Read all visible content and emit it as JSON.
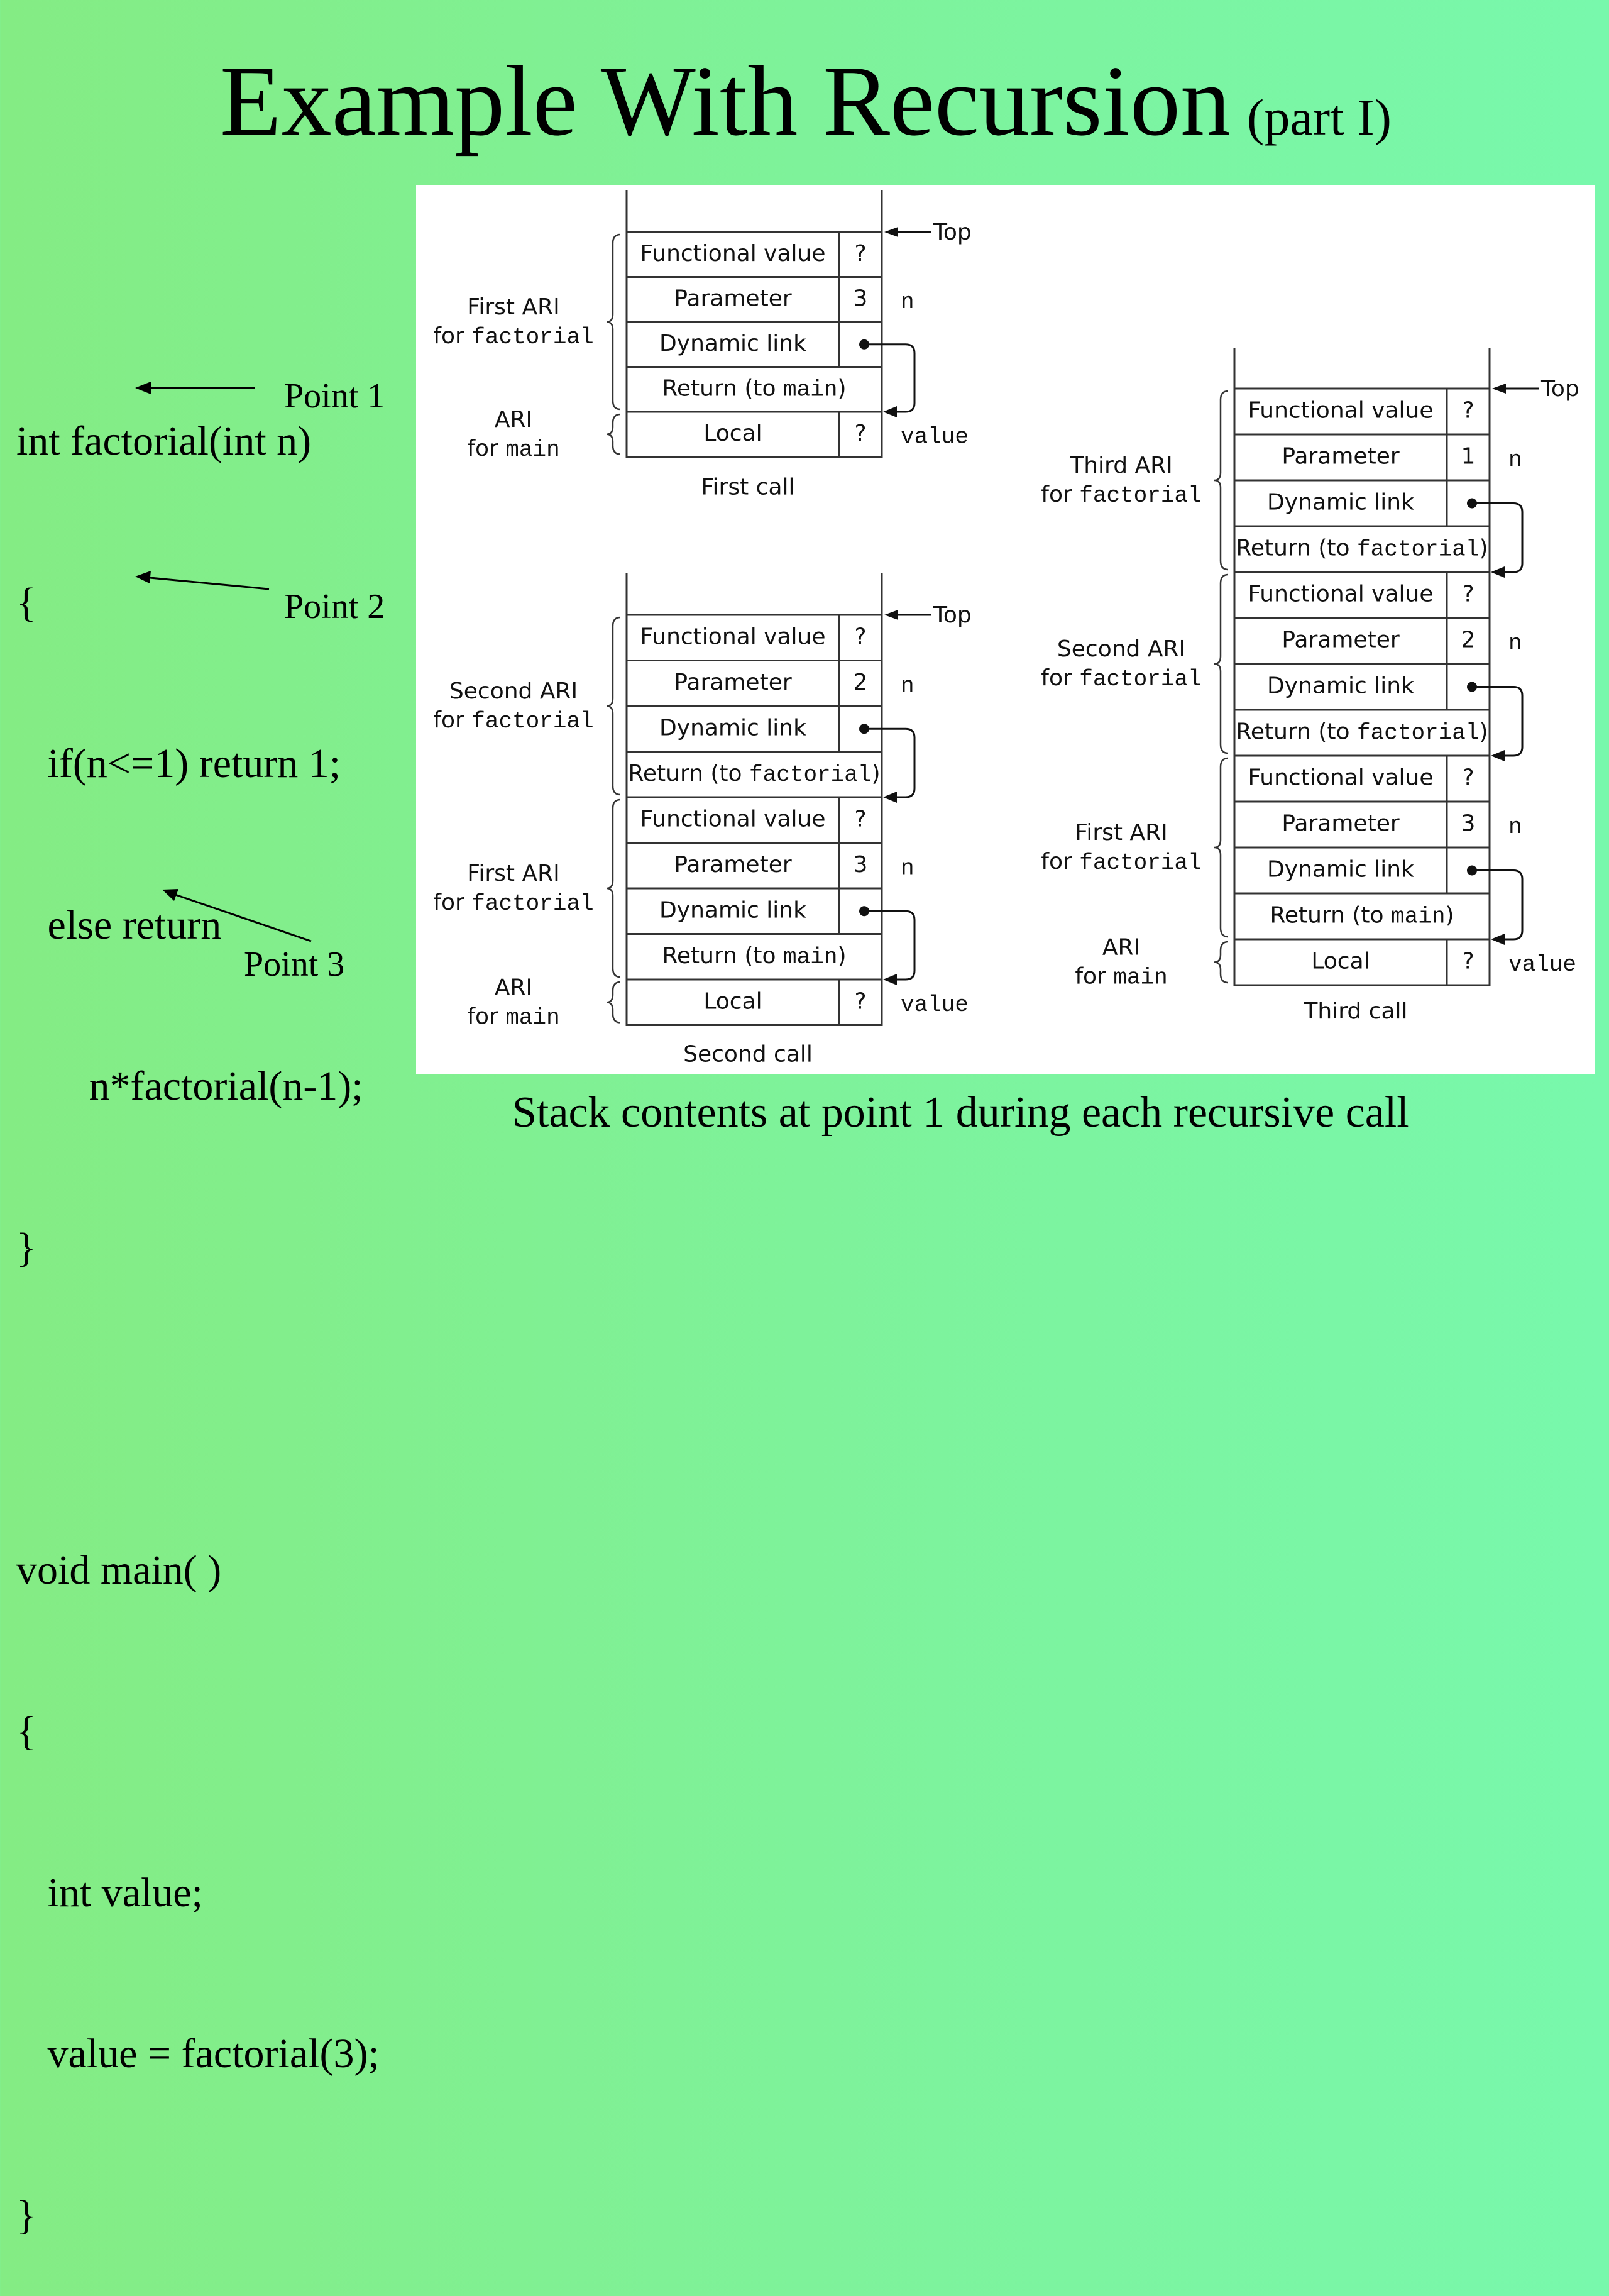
{
  "slide": {
    "title": "Example With Recursion",
    "title_suffix": "(part I)",
    "caption": "Stack contents at point 1 during each recursive call",
    "background_colors": [
      "#84ec84",
      "#78f8ac"
    ]
  },
  "code": {
    "lines": [
      "int factorial(int n)",
      "{",
      "   if(n<=1) return 1;",
      "   else return",
      "       n*factorial(n-1);",
      "}",
      "",
      "void main( )",
      "{",
      "   int value;",
      "   value = factorial(3);",
      "}"
    ],
    "points": [
      {
        "label": "Point 1"
      },
      {
        "label": "Point 2"
      },
      {
        "label": "Point 3"
      }
    ]
  },
  "diagrams": [
    {
      "caption": "First call",
      "top_label": "Top",
      "frames": [
        {
          "label_line1": "First ARI",
          "label_line2_prefix": "for ",
          "label_line2_code": "factorial",
          "rows": [
            {
              "kind": "split",
              "label": "Functional value",
              "value": "?",
              "side": ""
            },
            {
              "kind": "split",
              "label": "Parameter",
              "value": "3",
              "side": "n"
            },
            {
              "kind": "link",
              "label": "Dynamic link",
              "value": "",
              "side": ""
            },
            {
              "kind": "full",
              "label": "Return (to ",
              "label_code": "main",
              "label_end": ")"
            }
          ]
        },
        {
          "label_line1": "ARI",
          "label_line2_prefix": "for ",
          "label_line2_code": "main",
          "rows": [
            {
              "kind": "split",
              "label": "Local",
              "value": "?",
              "side": "value"
            }
          ]
        }
      ]
    },
    {
      "caption": "Second call",
      "top_label": "Top",
      "frames": [
        {
          "label_line1": "Second ARI",
          "label_line2_prefix": "for ",
          "label_line2_code": "factorial",
          "rows": [
            {
              "kind": "split",
              "label": "Functional value",
              "value": "?",
              "side": ""
            },
            {
              "kind": "split",
              "label": "Parameter",
              "value": "2",
              "side": "n"
            },
            {
              "kind": "link",
              "label": "Dynamic link",
              "value": "",
              "side": ""
            },
            {
              "kind": "full",
              "label": "Return (to ",
              "label_code": "factorial",
              "label_end": ")"
            }
          ]
        },
        {
          "label_line1": "First ARI",
          "label_line2_prefix": "for ",
          "label_line2_code": "factorial",
          "rows": [
            {
              "kind": "split",
              "label": "Functional value",
              "value": "?",
              "side": ""
            },
            {
              "kind": "split",
              "label": "Parameter",
              "value": "3",
              "side": "n"
            },
            {
              "kind": "link",
              "label": "Dynamic link",
              "value": "",
              "side": ""
            },
            {
              "kind": "full",
              "label": "Return (to ",
              "label_code": "main",
              "label_end": ")"
            }
          ]
        },
        {
          "label_line1": "ARI",
          "label_line2_prefix": "for ",
          "label_line2_code": "main",
          "rows": [
            {
              "kind": "split",
              "label": "Local",
              "value": "?",
              "side": "value"
            }
          ]
        }
      ]
    },
    {
      "caption": "Third call",
      "top_label": "Top",
      "frames": [
        {
          "label_line1": "Third ARI",
          "label_line2_prefix": "for ",
          "label_line2_code": "factorial",
          "rows": [
            {
              "kind": "split",
              "label": "Functional value",
              "value": "?",
              "side": ""
            },
            {
              "kind": "split",
              "label": "Parameter",
              "value": "1",
              "side": "n"
            },
            {
              "kind": "link",
              "label": "Dynamic link",
              "value": "",
              "side": ""
            },
            {
              "kind": "full",
              "label": "Return (to ",
              "label_code": "factorial",
              "label_end": ")"
            }
          ]
        },
        {
          "label_line1": "Second ARI",
          "label_line2_prefix": "for ",
          "label_line2_code": "factorial",
          "rows": [
            {
              "kind": "split",
              "label": "Functional value",
              "value": "?",
              "side": ""
            },
            {
              "kind": "split",
              "label": "Parameter",
              "value": "2",
              "side": "n"
            },
            {
              "kind": "link",
              "label": "Dynamic link",
              "value": "",
              "side": ""
            },
            {
              "kind": "full",
              "label": "Return (to ",
              "label_code": "factorial",
              "label_end": ")"
            }
          ]
        },
        {
          "label_line1": "First ARI",
          "label_line2_prefix": "for ",
          "label_line2_code": "factorial",
          "rows": [
            {
              "kind": "split",
              "label": "Functional value",
              "value": "?",
              "side": ""
            },
            {
              "kind": "split",
              "label": "Parameter",
              "value": "3",
              "side": "n"
            },
            {
              "kind": "link",
              "label": "Dynamic link",
              "value": "",
              "side": ""
            },
            {
              "kind": "full",
              "label": "Return (to ",
              "label_code": "main",
              "label_end": ")"
            }
          ]
        },
        {
          "label_line1": "ARI",
          "label_line2_prefix": "for ",
          "label_line2_code": "main",
          "rows": [
            {
              "kind": "split",
              "label": "Local",
              "value": "?",
              "side": "value"
            }
          ]
        }
      ]
    }
  ]
}
